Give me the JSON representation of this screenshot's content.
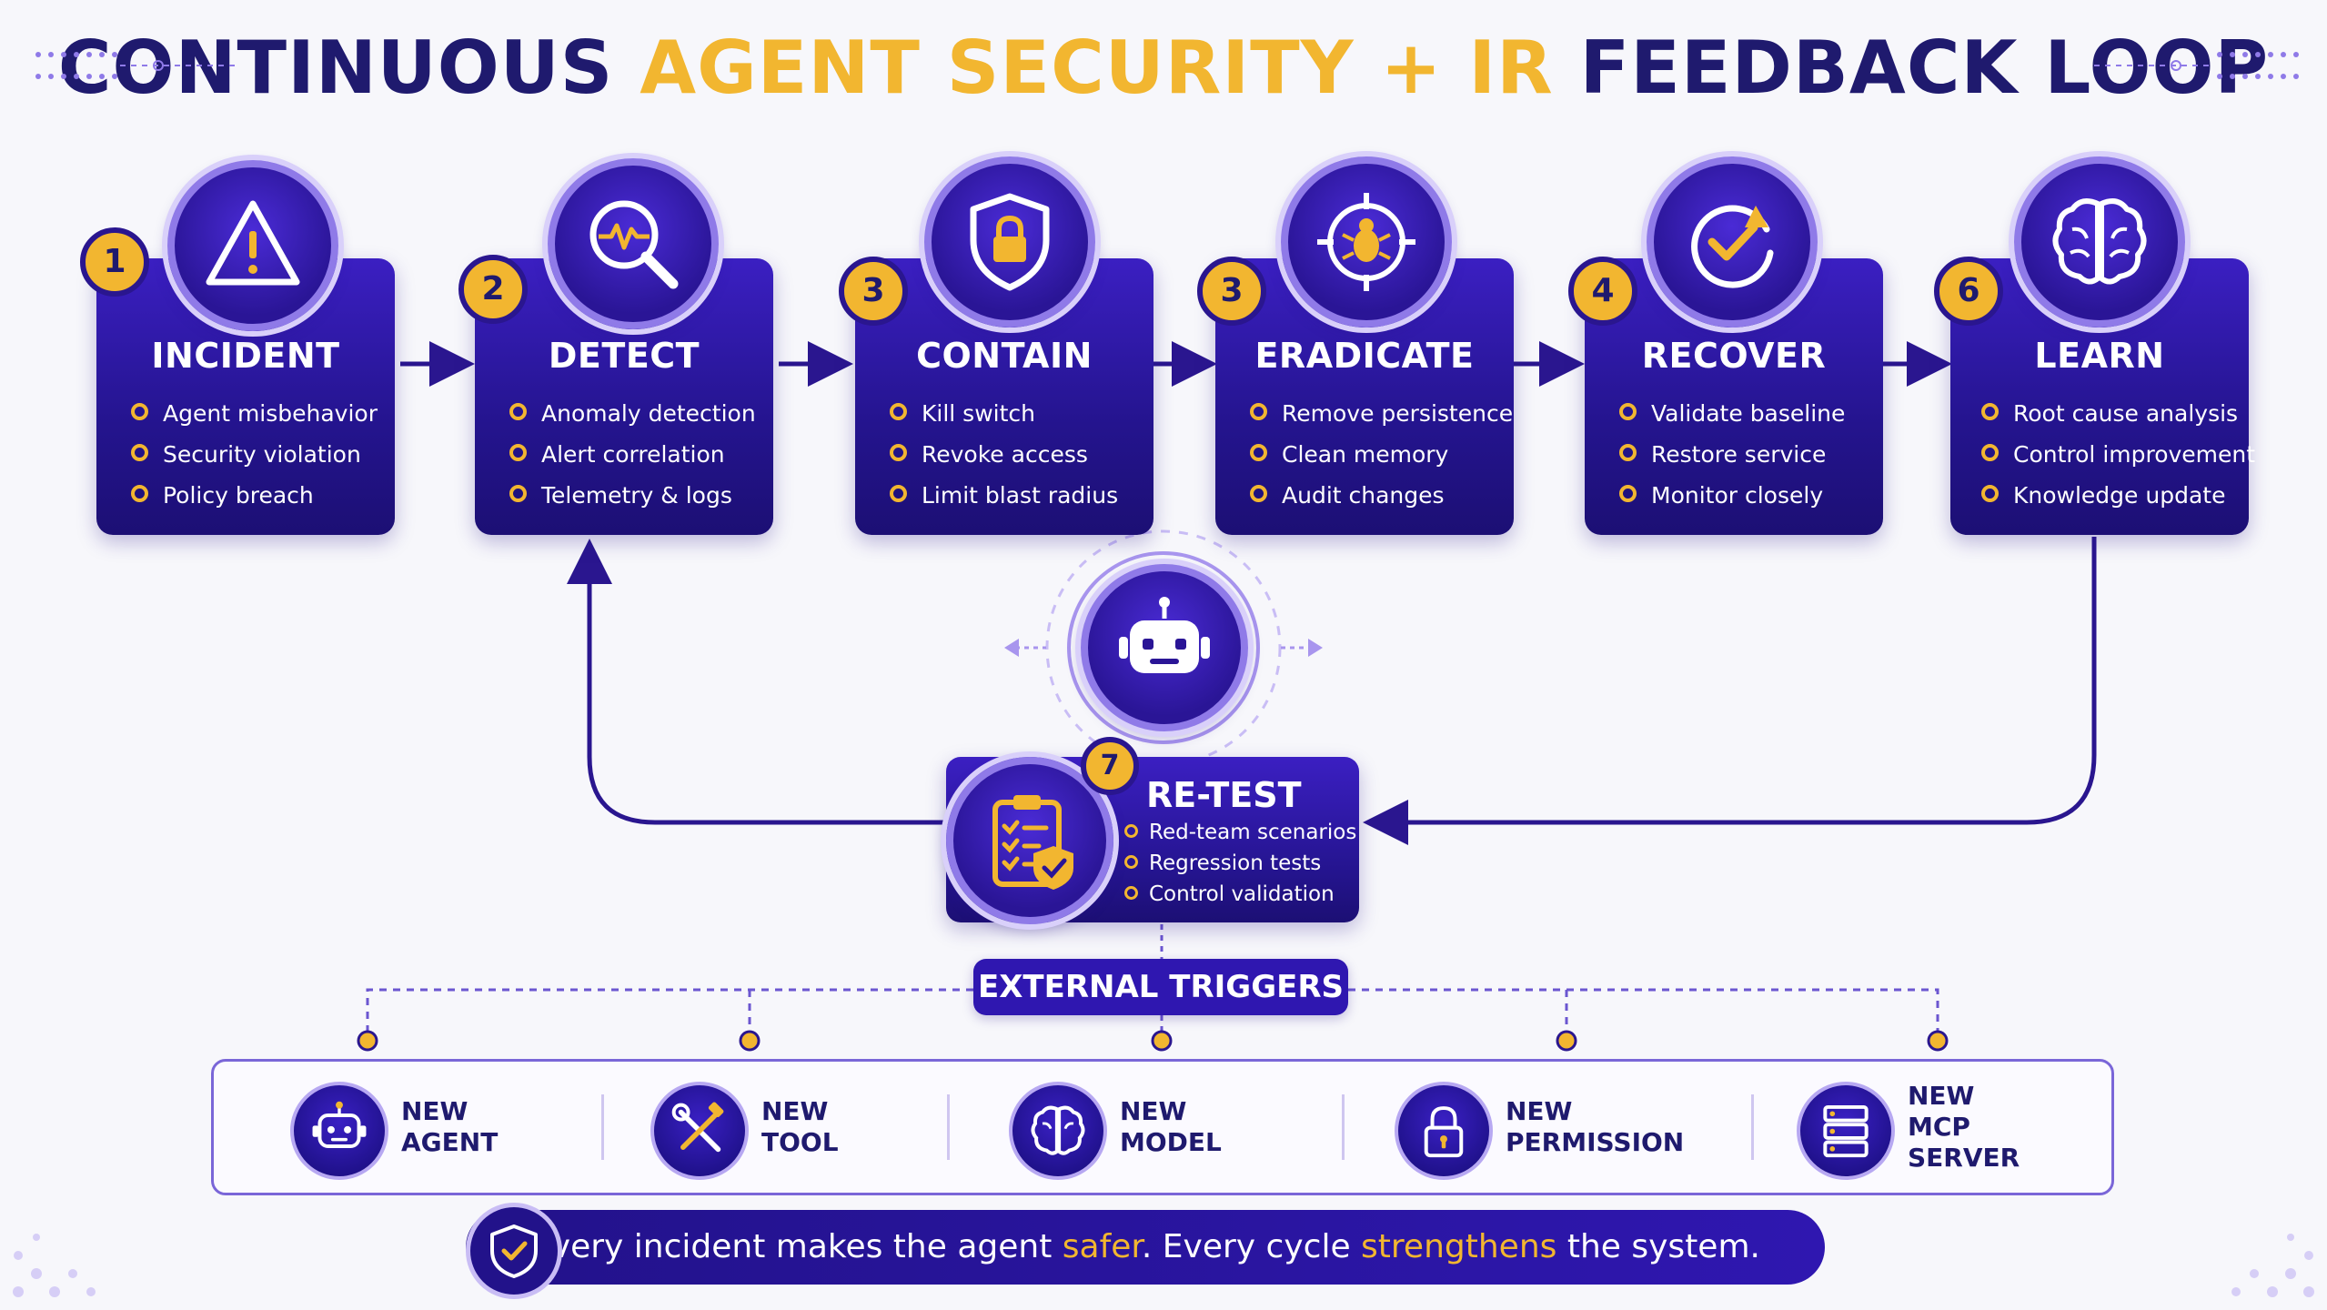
{
  "title": {
    "part1": "CONTINUOUS ",
    "part2": "AGENT SECURITY + IR",
    "part3": " FEEDBACK LOOP"
  },
  "colors": {
    "navy": "#1f1a6e",
    "accent": "#f2b630",
    "card": "#2a1596",
    "card_light": "#3b1fc2"
  },
  "stages": [
    {
      "number": "1",
      "title": "INCIDENT",
      "icon": "warning-icon",
      "items": [
        "Agent misbehavior",
        "Security violation",
        "Policy breach"
      ]
    },
    {
      "number": "2",
      "title": "DETECT",
      "icon": "magnifier-pulse-icon",
      "items": [
        "Anomaly detection",
        "Alert correlation",
        "Telemetry & logs"
      ]
    },
    {
      "number": "3",
      "title": "CONTAIN",
      "icon": "shield-lock-icon",
      "items": [
        "Kill switch",
        "Revoke access",
        "Limit blast radius"
      ]
    },
    {
      "number": "3",
      "title": "ERADICATE",
      "icon": "bug-target-icon",
      "items": [
        "Remove persistence",
        "Clean memory",
        "Audit changes"
      ]
    },
    {
      "number": "4",
      "title": "RECOVER",
      "icon": "check-cycle-icon",
      "items": [
        "Validate baseline",
        "Restore service",
        "Monitor closely"
      ]
    },
    {
      "number": "6",
      "title": "LEARN",
      "icon": "brain-icon",
      "items": [
        "Root cause analysis",
        "Control improvement",
        "Knowledge update"
      ]
    }
  ],
  "center_icon": "robot-icon",
  "retest": {
    "number": "7",
    "title": "RE-TEST",
    "icon": "clipboard-check-icon",
    "items": [
      "Red-team scenarios",
      "Regression tests",
      "Control validation"
    ]
  },
  "external_triggers": {
    "label": "EXTERNAL TRIGGERS",
    "items": [
      {
        "label": "NEW AGENT",
        "icon": "robot-icon"
      },
      {
        "label": "NEW TOOL",
        "icon": "tools-icon"
      },
      {
        "label": "NEW MODEL",
        "icon": "brain-icon"
      },
      {
        "label": "NEW PERMISSION",
        "icon": "padlock-icon"
      },
      {
        "label": "NEW\nMCP SERVER",
        "icon": "server-icon"
      }
    ]
  },
  "footer": {
    "icon": "shield-check-icon",
    "text1": "Every incident makes the agent ",
    "hl1": "safer",
    "text2": ". Every cycle ",
    "hl2": "strengthens",
    "text3": " the system."
  }
}
